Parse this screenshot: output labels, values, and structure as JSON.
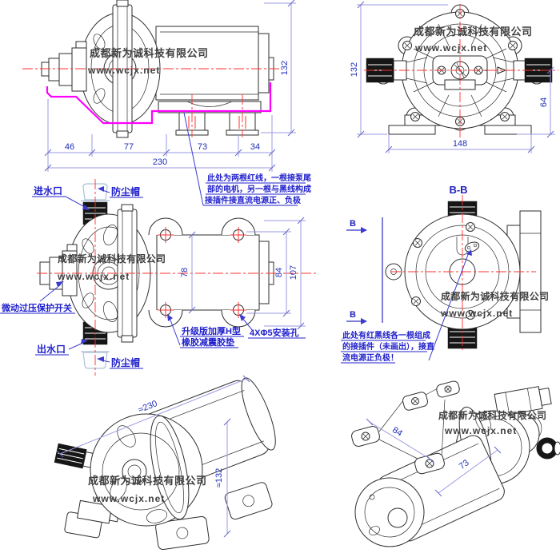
{
  "watermark": {
    "company": "成都新为诚科技有限公司",
    "url": "www.wcjx.net"
  },
  "colors": {
    "outline": "#2e2e2e",
    "centerline_red": "#ff2f2f",
    "dimension_blue": "#2030b8",
    "annotation_blue": "#1f1fcc",
    "highlight_magenta": "#ff00ff",
    "dust_cap_blue": "#aec2d8",
    "watermark_gray": "#3f3f3f"
  },
  "views": {
    "side": {
      "dims": {
        "a": "46",
        "b": "77",
        "c": "73",
        "d": "34",
        "total": "230",
        "height": "132"
      }
    },
    "front": {
      "dims": {
        "height": "132",
        "center_to_base": "64",
        "base_width": "148"
      }
    },
    "top": {
      "dims": {
        "body": "78",
        "mount": "84",
        "overall": "107"
      },
      "labels": {
        "inlet": "进水口",
        "dust_cap": "防尘帽",
        "pressure_switch": "微动过压保护开关",
        "outlet": "出水口",
        "dust_cap2": "防尘帽",
        "pad1": "升级版加厚H型",
        "pad2": "橡胶减震胶垫",
        "mount_holes": "4XΦ5安装孔"
      }
    },
    "section": {
      "title": "B-B",
      "mark": "B",
      "note1": "此处有红黑线各一根组成",
      "note2": "的接插件（未画出），接直",
      "note3": "流电源正负极！"
    },
    "iso_left": {
      "dims": {
        "length": "≈230",
        "height": "≈132"
      }
    },
    "iso_right": {
      "dims": {
        "width": "84",
        "depth": "73"
      }
    }
  },
  "annotations": {
    "wires1": "此处为两根红线，一根接泵尾",
    "wires2": "部的电机，另一根与黑线构成",
    "wires3": "接插件接直流电源正、负极"
  }
}
